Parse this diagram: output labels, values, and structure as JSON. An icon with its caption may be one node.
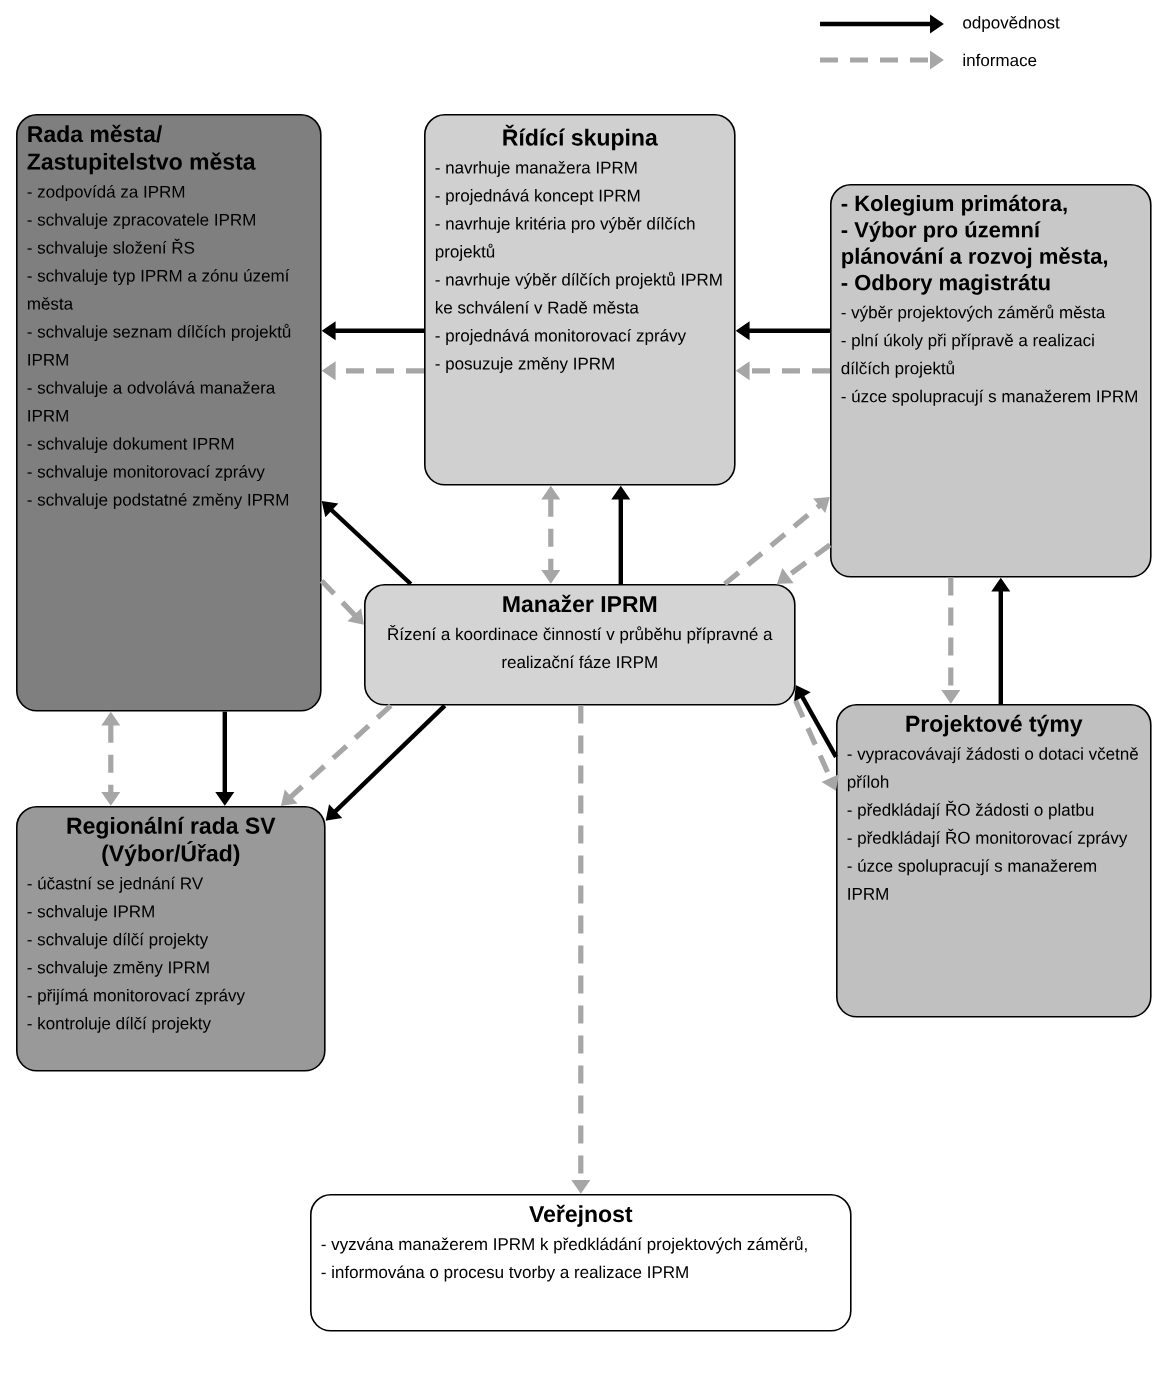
{
  "diagram": {
    "nodes": [
      {
        "text": [
          "Rada města/ Zastupitelstvo města",
          "- zodpovídá za IPRM",
          "- schvaluje zpracovatele IPRM",
          "- schvaluje složení ŘS",
          "- schvaluje typ IPRM a zónu území města",
          "- schvaluje seznam dílčích projektů IPRM",
          "- schvaluje a odvolává manažera IPRM",
          "- schvaluje dokument IPRM",
          "- schvaluje monitorovací zprávy",
          "- schvaluje podstatné změny IPRM"
        ]
      },
      {
        "text": [
          "Řídící skupina",
          "- navrhuje manažera IPRM",
          "- projednává koncept IPRM",
          "- navrhuje kritéria pro výběr dílčích projektů",
          "- navrhuje výběr dílčích projektů IPRM ke schválení v Radě města",
          "- projednává monitorovací zprávy",
          "- posuzuje změny IPRM"
        ]
      },
      {
        "text": [
          "- Kolegium primátora,",
          "- Výbor pro územní plánování a rozvoj města,",
          "- Odbory magistrátu",
          "- výběr projektových záměrů města",
          "- plní úkoly při přípravě a realizaci dílčích projektů",
          "- úzce spolupracují s manažerem IPRM"
        ]
      },
      {
        "text": [
          "Manažer IPRM",
          "Řízení a koordinace činností v průběhu přípravné a realizační fáze IRPM"
        ]
      },
      {
        "text": [
          "Projektové týmy",
          "- vypracovávají žádosti o dotaci včetně příloh",
          "- předkládají ŘO žádosti o platbu",
          "- předkládají ŘO monitorovací zprávy",
          "- úzce spolupracují s manažerem IPRM"
        ]
      },
      {
        "text": [
          "Regionální rada SV (Výbor/Úřad)",
          "- účastní se jednání RV",
          "- schvaluje IPRM",
          "- schvaluje dílčí projekty",
          "- schvaluje změny IPRM",
          "- přijímá monitorovací zprávy",
          "- kontroluje dílčí projekty"
        ]
      },
      {
        "text": [
          "Veřejnost",
          "- vyzvána manažerem IPRM k předkládání projektových záměrů,",
          "- informována o procesu tvorby a realizace IPRM"
        ]
      }
    ],
    "edges": [
      {
        "from": 1,
        "to": 0,
        "arrow": "to",
        "color": "#000000"
      },
      {
        "from": 1,
        "to": 0,
        "arrow": "to",
        "style": "dashed",
        "color": "#a6a6a6"
      },
      {
        "from": 2,
        "to": 1,
        "arrow": "to",
        "color": "#000000"
      },
      {
        "from": 2,
        "to": 1,
        "arrow": "to",
        "style": "dashed",
        "color": "#a6a6a6"
      },
      {
        "from": 3,
        "to": 0,
        "arrow": "to",
        "color": "#000000"
      },
      {
        "from": 0,
        "to": 3,
        "arrow": "to",
        "style": "dashed",
        "color": "#a6a6a6"
      },
      {
        "from": 1,
        "to": 3,
        "arrow": "both",
        "style": "dashed",
        "color": "#a6a6a6"
      },
      {
        "from": 3,
        "to": 1,
        "arrow": "to",
        "color": "#000000"
      },
      {
        "from": 3,
        "to": 2,
        "arrow": "to",
        "style": "dashed",
        "color": "#a6a6a6"
      },
      {
        "from": 2,
        "to": 3,
        "arrow": "to",
        "style": "dashed",
        "color": "#a6a6a6"
      },
      {
        "from": 2,
        "to": 4,
        "arrow": "to",
        "style": "dashed",
        "color": "#a6a6a6"
      },
      {
        "from": 4,
        "to": 2,
        "arrow": "to",
        "color": "#000000"
      },
      {
        "from": 4,
        "to": 3,
        "arrow": "to",
        "color": "#000000"
      },
      {
        "from": 3,
        "to": 4,
        "arrow": "to",
        "style": "dashed",
        "color": "#a6a6a6"
      },
      {
        "from": 3,
        "to": 5,
        "arrow": "to",
        "color": "#000000"
      },
      {
        "from": 3,
        "to": 5,
        "arrow": "to",
        "style": "dashed",
        "color": "#a6a6a6"
      },
      {
        "from": 0,
        "to": 5,
        "arrow": "to",
        "color": "#000000"
      },
      {
        "from": 0,
        "to": 5,
        "arrow": "both",
        "style": "dashed",
        "color": "#a6a6a6"
      },
      {
        "from": 3,
        "to": 6,
        "arrow": "to",
        "style": "dashed",
        "color": "#a6a6a6"
      }
    ],
    "legend": [
      {
        "text": "odpovědnost"
      },
      {
        "text": "informace"
      }
    ]
  }
}
